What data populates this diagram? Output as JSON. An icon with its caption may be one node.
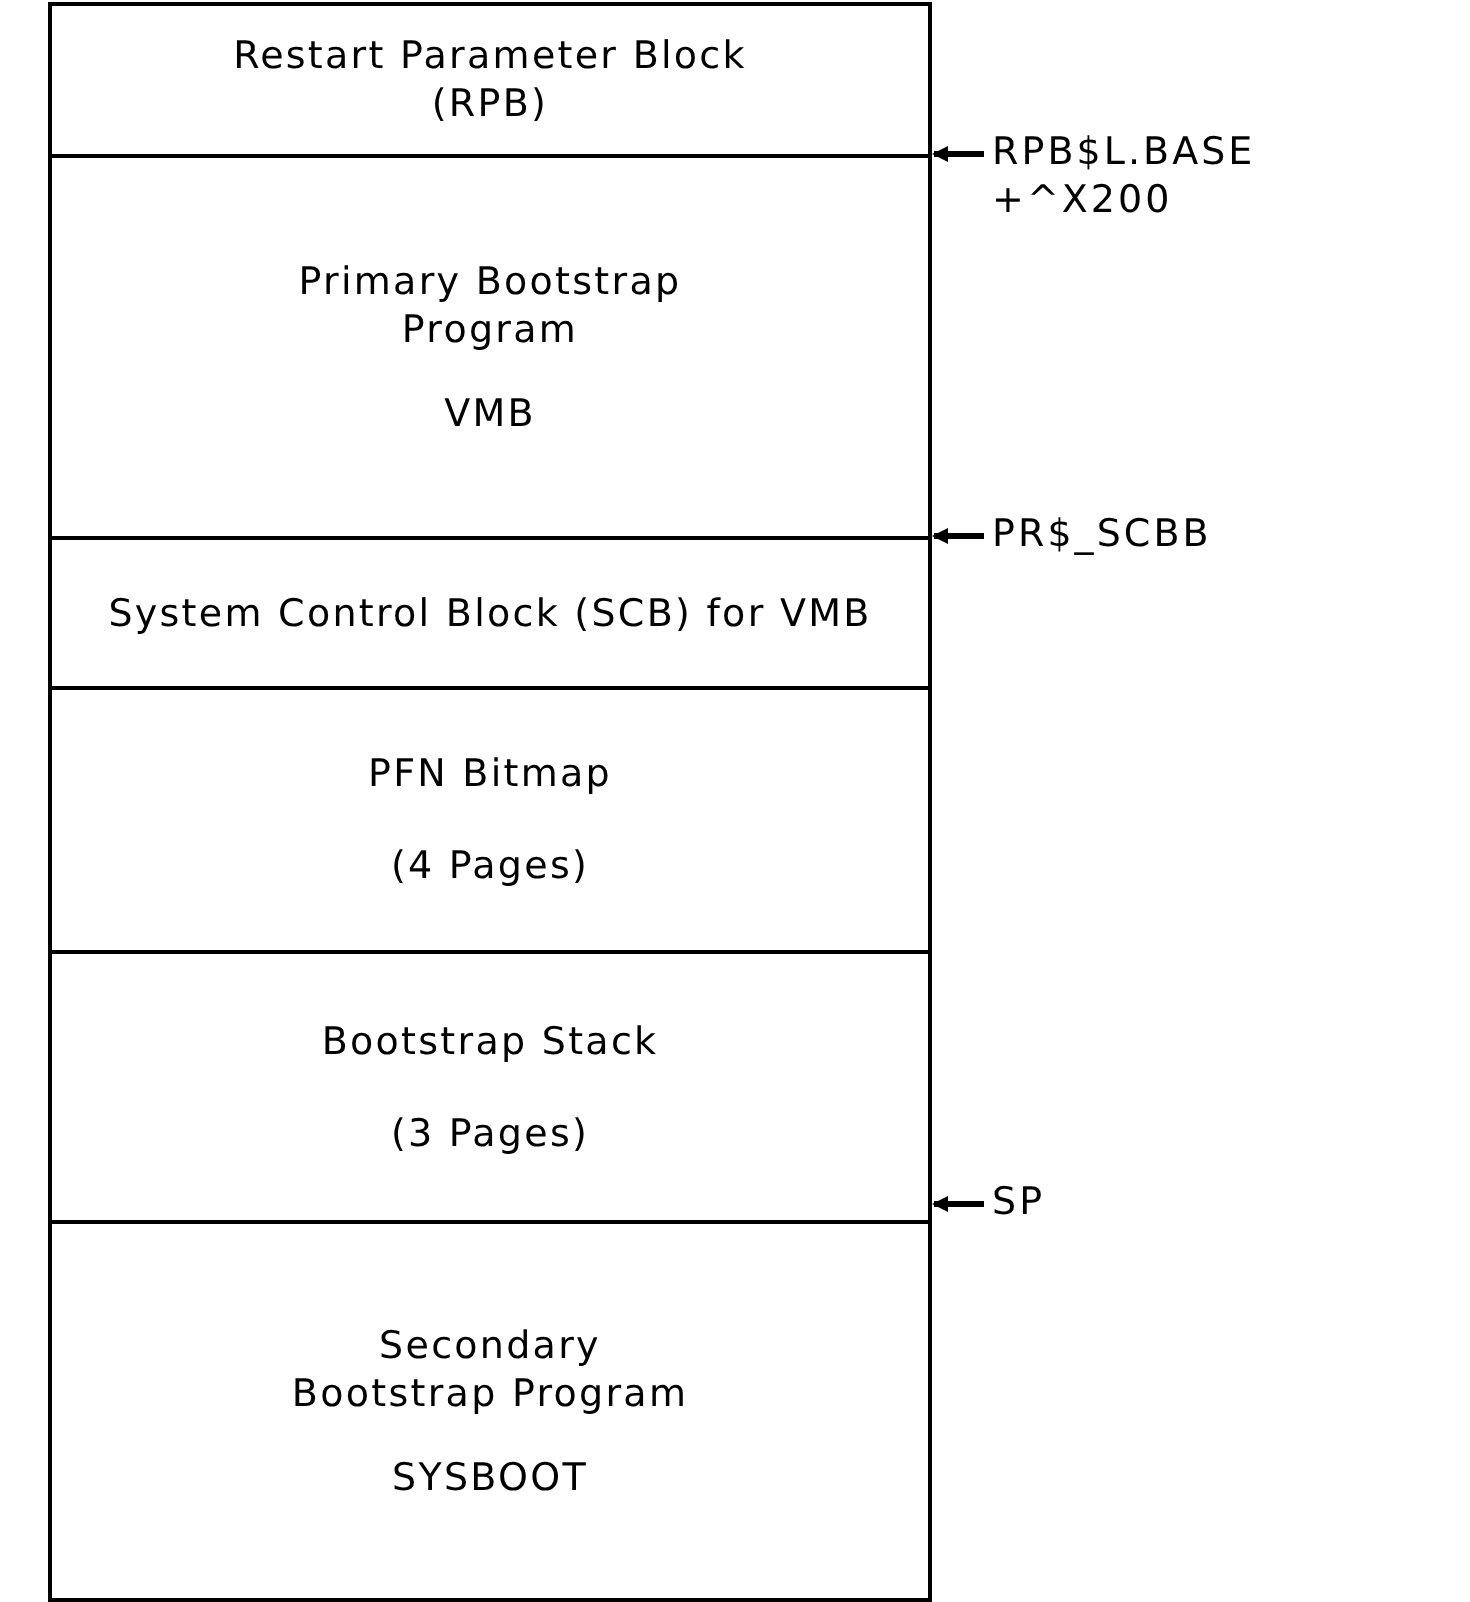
{
  "diagram": {
    "nodes": [
      {
        "text": [
          "Restart Parameter Block (RPB)"
        ]
      },
      {
        "text": [
          "Primary Bootstrap Program",
          "VMB"
        ]
      },
      {
        "text": [
          "System Control Block (SCB) for VMB"
        ]
      },
      {
        "text": [
          "PFN Bitmap",
          "(4 Pages)"
        ]
      },
      {
        "text": [
          "Bootstrap Stack",
          "(3 Pages)"
        ]
      },
      {
        "text": [
          "Secondary Bootstrap Program",
          "SYSBOOT"
        ]
      },
      {
        "text": [
          "RPB$L.BASE +^X200"
        ]
      },
      {
        "text": [
          "PR$_SCBB"
        ]
      },
      {
        "text": [
          "SP"
        ]
      }
    ],
    "edges": [
      {
        "from": 6,
        "to": null,
        "arrow": "to"
      },
      {
        "from": 7,
        "to": null,
        "arrow": "to"
      },
      {
        "from": 8,
        "to": null,
        "arrow": "to"
      }
    ]
  }
}
